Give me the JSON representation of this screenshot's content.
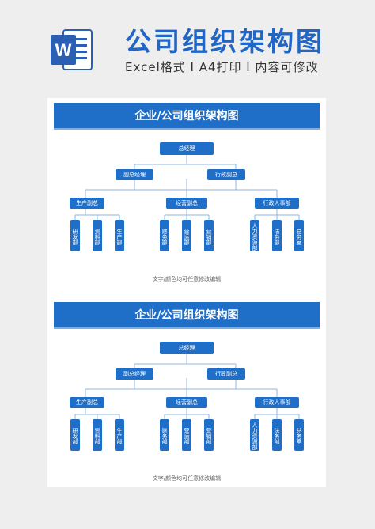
{
  "header": {
    "title": "公司组织架构图",
    "subtitle": "Excel格式 I A4打印 I 内容可修改",
    "icon_letter": "W",
    "icon": "word-document-icon"
  },
  "colors": {
    "brand_blue": "#1f6ec7",
    "title_blue": "#2166c5",
    "line": "#8fb6e2"
  },
  "panels": [
    {
      "title": "企业/公司组织架构图",
      "root": "总经理",
      "level2": [
        "副总经理",
        "行政副总"
      ],
      "level3": [
        "生产副总",
        "经营副总",
        "行政人事部"
      ],
      "leaves": [
        [
          "研发部",
          "资料部",
          "生产部"
        ],
        [
          "财务部",
          "营运部",
          "营销部"
        ],
        [
          "人力资源部",
          "法务部",
          "总务室"
        ]
      ],
      "caption": "文字/颜色均可任意修改编辑"
    },
    {
      "title": "企业/公司组织架构图",
      "root": "总经理",
      "level2": [
        "副总经理",
        "行政副总"
      ],
      "level3": [
        "生产副总",
        "经营副总",
        "行政人事部"
      ],
      "leaves": [
        [
          "研发部",
          "资料部",
          "生产部"
        ],
        [
          "财务部",
          "营运部",
          "营销部"
        ],
        [
          "人力资源部",
          "法务部",
          "总务室"
        ]
      ],
      "caption": "文字/颜色均可任意修改编辑"
    }
  ]
}
